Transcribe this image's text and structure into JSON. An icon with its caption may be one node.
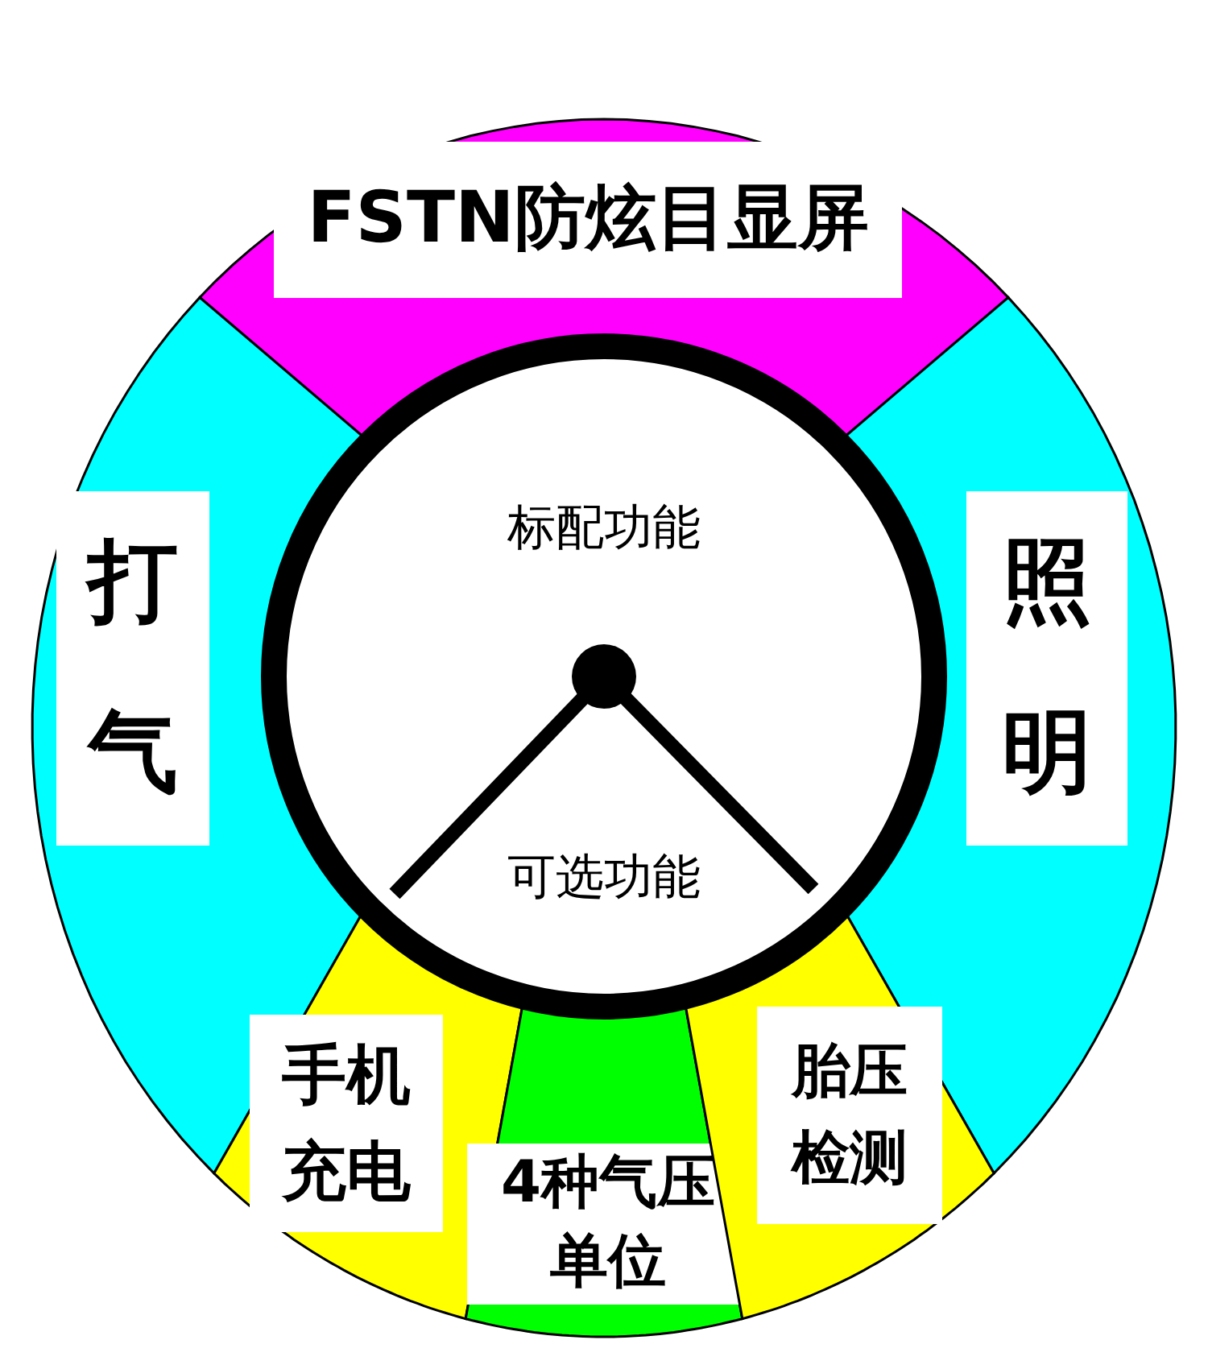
{
  "diagram": {
    "nodes": [
      {
        "text": [
          "FSTN防炫目显屏"
        ]
      },
      {
        "text": [
          "打气"
        ]
      },
      {
        "text": [
          "照明"
        ]
      },
      {
        "text": [
          "标配功能",
          "可选功能"
        ]
      },
      {
        "text": [
          "手机充电"
        ]
      },
      {
        "text": [
          "4种气压单位"
        ]
      },
      {
        "text": [
          "胎压检测"
        ]
      }
    ]
  }
}
